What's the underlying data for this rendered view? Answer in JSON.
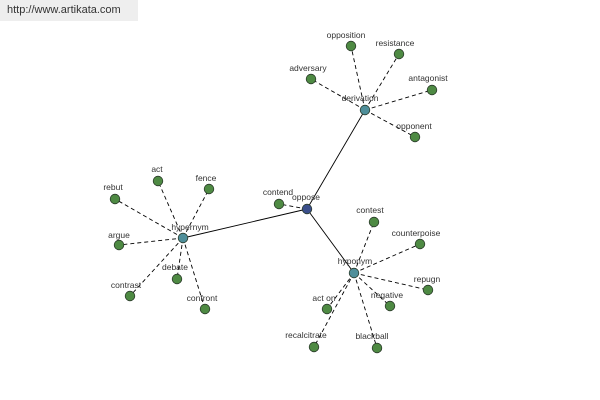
{
  "watermark": "http://www.artikata.com",
  "colors": {
    "leaf_node": "#4e8a43",
    "hub_node": "#4f8f9a",
    "root_node": "#3b4f8c",
    "node_outline": "#2b3b2b"
  },
  "graph": {
    "root": {
      "id": "oppose",
      "label": "oppose"
    },
    "hubs": [
      {
        "id": "derivation",
        "label": "derivation",
        "children": [
          "opposition",
          "resistance",
          "adversary",
          "antagonist",
          "opponent"
        ]
      },
      {
        "id": "hypernym",
        "label": "hypernym",
        "children": [
          "act",
          "fence",
          "rebut",
          "argue",
          "debate",
          "contrast",
          "confront"
        ]
      },
      {
        "id": "hyponym",
        "label": "hyponym",
        "children": [
          "contest",
          "counterpoise",
          "repugn",
          "negative",
          "blackball",
          "recalcitrate",
          "act on"
        ]
      }
    ],
    "extra_leaves": [
      {
        "id": "contend",
        "label": "contend",
        "parent": "oppose",
        "dashed": true
      }
    ],
    "hub_leaf_labels": {
      "opposition": "opposition",
      "resistance": "resistance",
      "adversary": "adversary",
      "antagonist": "antagonist",
      "opponent": "opponent",
      "act": "act",
      "fence": "fence",
      "rebut": "rebut",
      "argue": "argue",
      "debate": "debate",
      "contrast": "contrast",
      "confront": "confront",
      "contest": "contest",
      "counterpoise": "counterpoise",
      "repugn": "repugn",
      "negative": "negative",
      "blackball": "blackball",
      "recalcitrate": "recalcitrate",
      "act on": "act on"
    }
  }
}
